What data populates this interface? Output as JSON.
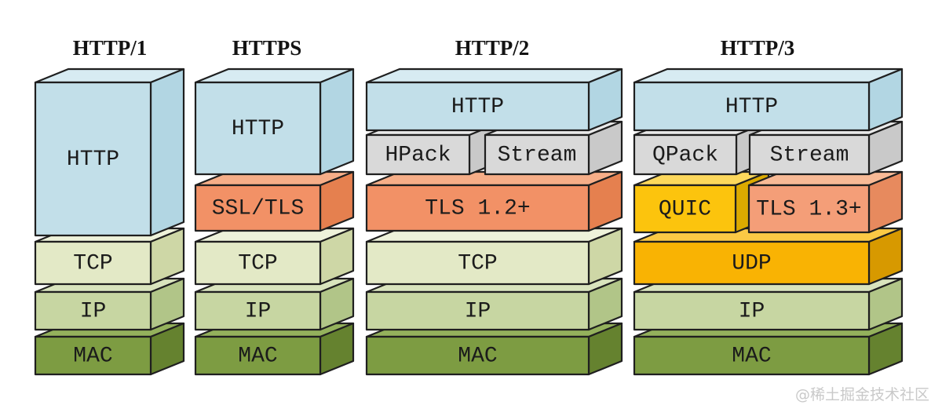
{
  "page": {
    "watermark": "@稀土掘金技术社区"
  },
  "colors": {
    "blue": {
      "front": "#c2dfe9",
      "top": "#d7ebf2",
      "side": "#b2d6e3"
    },
    "gray": {
      "front": "#d9d9d9",
      "top": "#e9e9e9",
      "side": "#c9c9c9"
    },
    "orange": {
      "front": "#f29166",
      "top": "#f6ae88",
      "side": "#e5804f"
    },
    "orange_light": {
      "front": "#f49e78",
      "top": "#f8ba96",
      "side": "#e78a5e"
    },
    "green_pale": {
      "front": "#e3e9c6",
      "top": "#eef2da",
      "side": "#ced7a6"
    },
    "green_mid": {
      "front": "#c7d6a2",
      "top": "#d9e4bd",
      "side": "#b1c588"
    },
    "green_dark": {
      "front": "#7d9c42",
      "top": "#94b15c",
      "side": "#65822f"
    },
    "gold": {
      "front": "#fcc40d",
      "top": "#fdd85c",
      "side": "#dcaa00"
    },
    "gold_deep": {
      "front": "#f9b303",
      "top": "#fbc945",
      "side": "#d79900"
    },
    "outline": "#1f1f1f",
    "label": "#1b1b1b",
    "title": "#131313",
    "watermark": "#c9c9c9"
  },
  "stacks": [
    {
      "title": "HTTP/1",
      "layers": [
        {
          "label": "HTTP"
        },
        {
          "label": "TCP"
        },
        {
          "label": "IP"
        },
        {
          "label": "MAC"
        }
      ]
    },
    {
      "title": "HTTPS",
      "layers": [
        {
          "label": "HTTP"
        },
        {
          "label": "SSL/TLS"
        },
        {
          "label": "TCP"
        },
        {
          "label": "IP"
        },
        {
          "label": "MAC"
        }
      ]
    },
    {
      "title": "HTTP/2",
      "layers": [
        {
          "label": "HTTP"
        },
        {
          "label": "HPack"
        },
        {
          "label": "Stream"
        },
        {
          "label": "TLS 1.2+"
        },
        {
          "label": "TCP"
        },
        {
          "label": "IP"
        },
        {
          "label": "MAC"
        }
      ]
    },
    {
      "title": "HTTP/3",
      "layers": [
        {
          "label": "HTTP"
        },
        {
          "label": "QPack"
        },
        {
          "label": "Stream"
        },
        {
          "label": "QUIC"
        },
        {
          "label": "TLS 1.3+"
        },
        {
          "label": "UDP"
        },
        {
          "label": "IP"
        },
        {
          "label": "MAC"
        }
      ]
    }
  ]
}
